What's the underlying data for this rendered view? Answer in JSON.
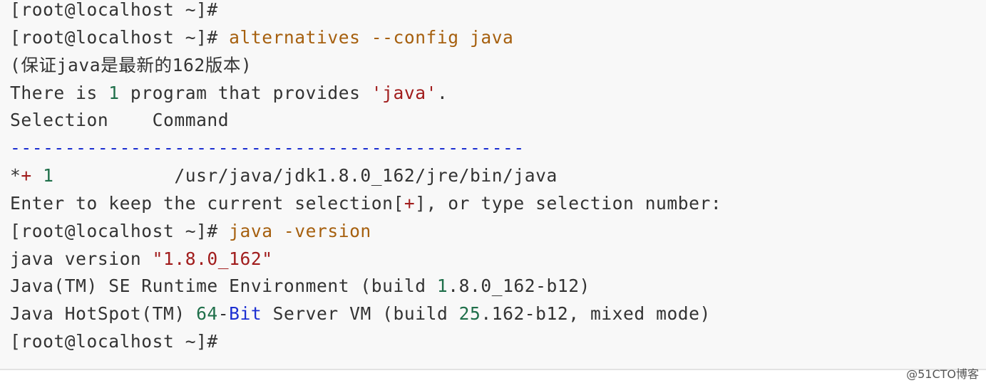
{
  "colors": {
    "background": "#f8f8f8",
    "plain": "#333333",
    "command": "#a6600f",
    "number": "#1f6f4a",
    "string": "#a11d1d",
    "blue": "#1c2fd1"
  },
  "terminal": {
    "lines": [
      [
        {
          "t": "[root@localhost ~]#",
          "c": "plain"
        }
      ],
      [
        {
          "t": "[root@localhost ~]# ",
          "c": "plain"
        },
        {
          "t": "alternatives --config java",
          "c": "kw"
        }
      ],
      [
        {
          "t": "(保证java是最新的162版本)",
          "c": "plain"
        }
      ],
      [
        {
          "t": "There is ",
          "c": "plain"
        },
        {
          "t": "1",
          "c": "num"
        },
        {
          "t": " program that provides ",
          "c": "plain"
        },
        {
          "t": "'java'",
          "c": "str"
        },
        {
          "t": ".",
          "c": "plain"
        }
      ],
      [
        {
          "t": "Selection    Command",
          "c": "plain"
        }
      ],
      [
        {
          "t": "-----------------------------------------------",
          "c": "blue"
        }
      ],
      [
        {
          "t": "*",
          "c": "plain"
        },
        {
          "t": "+",
          "c": "str"
        },
        {
          "t": " ",
          "c": "plain"
        },
        {
          "t": "1",
          "c": "num"
        },
        {
          "t": "           /usr/java/jdk1.8.0_162/jre/bin/java",
          "c": "plain"
        }
      ],
      [
        {
          "t": "Enter to keep the current selection[",
          "c": "plain"
        },
        {
          "t": "+",
          "c": "str"
        },
        {
          "t": "], or type selection number:",
          "c": "plain"
        }
      ],
      [
        {
          "t": "[root@localhost ~]# ",
          "c": "plain"
        },
        {
          "t": "java -version",
          "c": "kw"
        }
      ],
      [
        {
          "t": "java version ",
          "c": "plain"
        },
        {
          "t": "\"1.8.0_162\"",
          "c": "str"
        }
      ],
      [
        {
          "t": "Java(TM) SE Runtime Environment (build ",
          "c": "plain"
        },
        {
          "t": "1",
          "c": "num"
        },
        {
          "t": ".8.0_162-b12)",
          "c": "plain"
        }
      ],
      [
        {
          "t": "Java HotSpot(TM) ",
          "c": "plain"
        },
        {
          "t": "64",
          "c": "num"
        },
        {
          "t": "-",
          "c": "plain"
        },
        {
          "t": "Bit",
          "c": "blue"
        },
        {
          "t": " Server VM (build ",
          "c": "plain"
        },
        {
          "t": "25",
          "c": "num"
        },
        {
          "t": ".162-b12, mixed mode)",
          "c": "plain"
        }
      ],
      [
        {
          "t": "[root@localhost ~]#",
          "c": "plain"
        }
      ]
    ]
  },
  "watermark": "@51CTO博客"
}
